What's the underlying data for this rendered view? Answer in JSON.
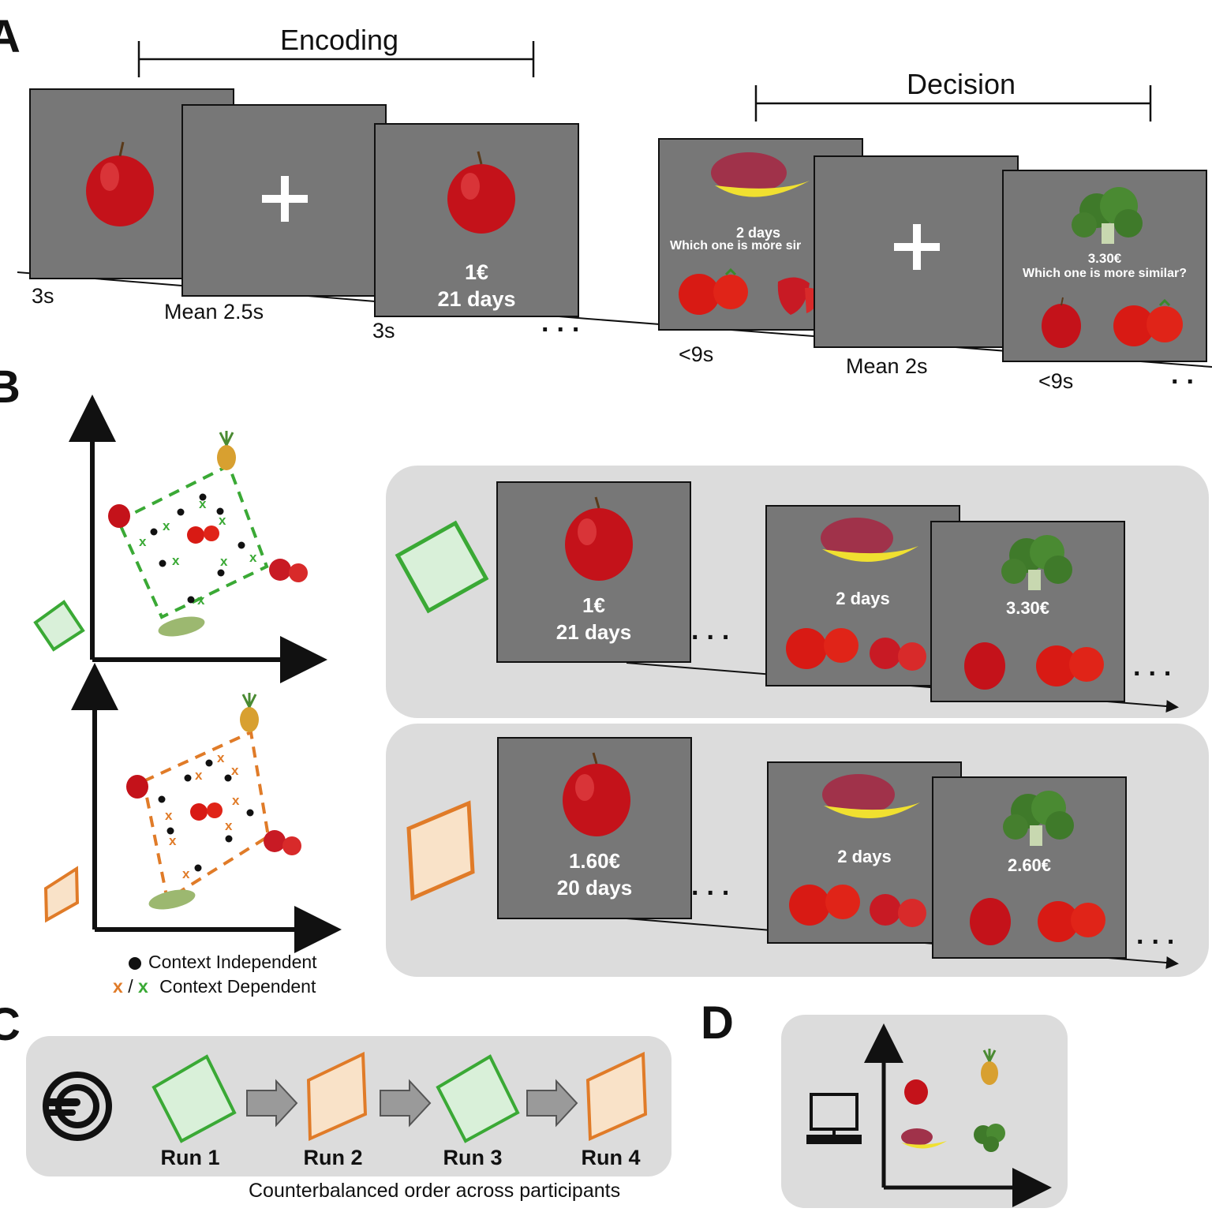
{
  "panels": {
    "a": "A",
    "b": "B",
    "c": "C",
    "d": "D"
  },
  "panel_a": {
    "encoding_label": "Encoding",
    "decision_label": "Decision",
    "screen3_price": "1€",
    "screen3_days": "21 days",
    "decision1_attr": "2 days",
    "decision1_question": "Which one is more sir",
    "decision2_attr": "3.30€",
    "decision2_question": "Which one is more similar?",
    "timings": {
      "t1": "3s",
      "t2": "Mean 2.5s",
      "t3": "3s",
      "t4": "<9s",
      "t5": "Mean 2s",
      "t6": "<9s"
    },
    "ellipsis": "...",
    "ellipsis_end": ".."
  },
  "panel_b": {
    "green_row": {
      "enc_price": "1€",
      "enc_days": "21 days",
      "dec1_attr": "2 days",
      "dec2_attr": "3.30€"
    },
    "orange_row": {
      "enc_price": "1.60€",
      "enc_days": "20 days",
      "dec1_attr": "2 days",
      "dec2_attr": "2.60€"
    },
    "legend_independent": "Context Independent",
    "legend_dependent": "Context Dependent",
    "legend_x1": "x",
    "legend_slash": "/",
    "legend_x2": "x",
    "marker_x": "x",
    "ellipsis": "..."
  },
  "panel_c": {
    "runs": [
      "Run 1",
      "Run 2",
      "Run 3",
      "Run 4"
    ],
    "footer": "Counterbalanced order across participants"
  },
  "colors": {
    "green": "#3aa935",
    "green_fill": "#d9f0d9",
    "orange": "#e07b28",
    "orange_fill": "#f9e2c8",
    "screen": "#777777",
    "box": "#dcdcdc"
  }
}
